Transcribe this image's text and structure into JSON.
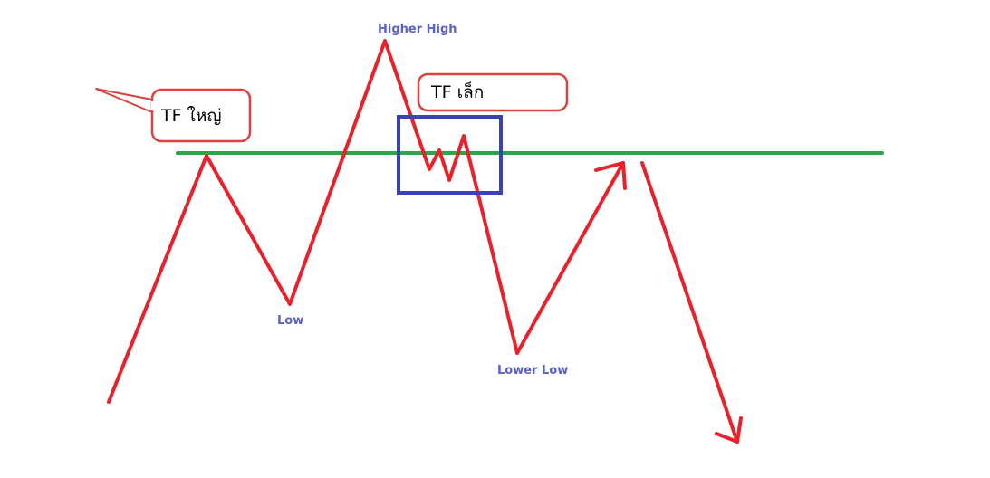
{
  "colors": {
    "zigzag": "#e8212b",
    "level_line": "#27a84a",
    "box": "#3b42b5",
    "label_text": "#5b62c4",
    "callout_border": "#d9443e"
  },
  "labels": {
    "higher_high": "Higher High",
    "low": "Low",
    "lower_low": "Lower Low"
  },
  "callouts": {
    "big_tf": "TF  ใหญ่",
    "small_tf": "TF  เล็ก"
  },
  "arrow_icon": "arrow-down-right-icon"
}
